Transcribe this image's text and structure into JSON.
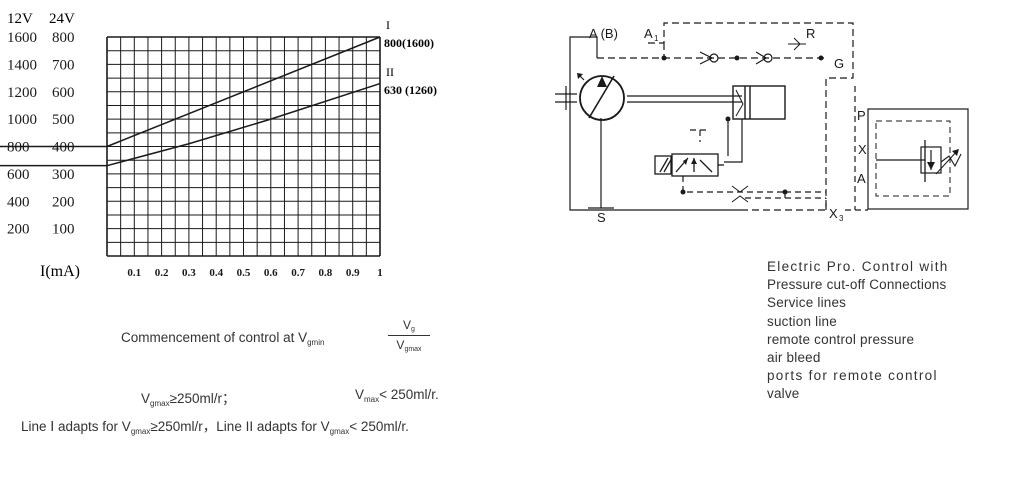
{
  "chart_data": {
    "type": "line",
    "y_axis_headers": [
      "12V",
      "24V"
    ],
    "y_ticks_12v": [
      "1600",
      "1400",
      "1200",
      "1000",
      "800",
      "600",
      "400",
      "200"
    ],
    "y_ticks_24v": [
      "800",
      "700",
      "600",
      "500",
      "400",
      "300",
      "200",
      "100"
    ],
    "x_label": "I(mA)",
    "x_ticks": [
      "0.1",
      "0.2",
      "0.3",
      "0.4",
      "0.5",
      "0.6",
      "0.7",
      "0.8",
      "0.9",
      "1"
    ],
    "xlim": [
      0,
      1
    ],
    "ylim_24v": [
      0,
      800
    ],
    "grid": true,
    "series": [
      {
        "name": "I",
        "end_label": "800(1600)",
        "x": [
          0,
          1
        ],
        "y": [
          400,
          800
        ]
      },
      {
        "name": "II",
        "end_label": "630 (1260)",
        "x": [
          0,
          0.3,
          0.6,
          1
        ],
        "y": [
          330,
          410,
          500,
          630
        ]
      }
    ]
  },
  "schematic": {
    "labels": {
      "ab": "A (B)",
      "a1": "A",
      "a1_sub": "1",
      "r": "R",
      "g": "G",
      "p": "P",
      "x": "X",
      "a": "A",
      "s": "S",
      "x3": "X",
      "x3_sub": "3"
    }
  },
  "legend": [
    "Electric Pro. Control with",
    "Pressure cut-off Connections",
    "Service lines",
    "suction line",
    "remote control pressure",
    "air bleed",
    "ports for remote control",
    "valve"
  ],
  "captions": {
    "commencement": "Commencement of control at V",
    "commencement_sub": "gmin",
    "frac_num": "V",
    "frac_num_sub": "g",
    "frac_den": "V",
    "frac_den_sub": "gmax",
    "cond1_v": "V",
    "cond1_sub": "gmax",
    "cond1_rest": "≥250ml/r；",
    "cond2_v": "V",
    "cond2_sub": "max",
    "cond2_rest": "< 250ml/r.",
    "line3_a": "Line Ⅰ adapts for V",
    "line3_a_sub": "gmax",
    "line3_b": "≥250ml/r，Line II adapts for V",
    "line3_b_sub": "gmax",
    "line3_c": "< 250ml/r."
  },
  "colors": {
    "ink": "#1a1a1a",
    "text": "#333333"
  }
}
